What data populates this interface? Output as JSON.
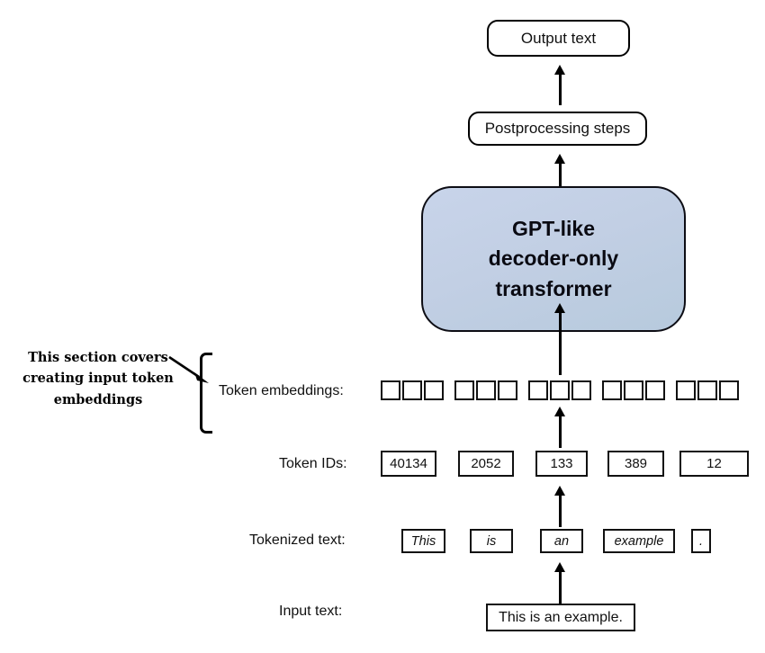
{
  "diagram": {
    "title": "LLM input token embedding pipeline",
    "annotation": {
      "line1": "This section covers",
      "line2": "creating input token",
      "line3": "embeddings"
    },
    "flow": {
      "output_text": "Output text",
      "postprocessing": "Postprocessing steps",
      "transformer_line1": "GPT-like",
      "transformer_line2": "decoder-only",
      "transformer_line3": "transformer"
    },
    "rows": {
      "token_embeddings_label": "Token embeddings:",
      "token_ids_label": "Token IDs:",
      "tokenized_text_label": "Tokenized text:",
      "input_text_label": "Input text:"
    },
    "input_text_value": "This is an example.",
    "tokens": [
      "This",
      "is",
      "an",
      "example",
      "."
    ],
    "token_ids": [
      "40134",
      "2052",
      "133",
      "389",
      "12"
    ],
    "embedding_cells_per_token": 3,
    "colors": {
      "transformer_fill": "#c3d0e8",
      "stroke": "#111111",
      "background": "#ffffff"
    }
  }
}
